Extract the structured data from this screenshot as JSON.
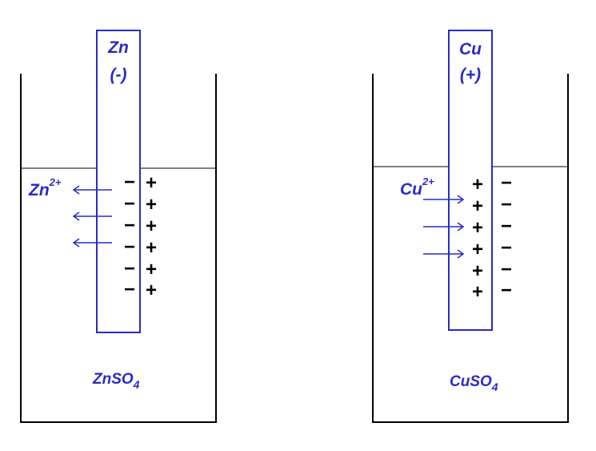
{
  "colors": {
    "blue": "#2a2ac8",
    "black": "#000000",
    "background": "#ffffff"
  },
  "left": {
    "electrode_symbol": "Zn",
    "electrode_polarity": "(-)",
    "ion_base": "Zn",
    "ion_charge": "2+",
    "solution_base": "ZnSO",
    "solution_sub": "4",
    "inner_sign": "−",
    "outer_sign": "+",
    "arrow_direction": "out"
  },
  "right": {
    "electrode_symbol": "Cu",
    "electrode_polarity": "(+)",
    "ion_base": "Cu",
    "ion_charge": "2+",
    "solution_base": "CuSO",
    "solution_sub": "4",
    "inner_sign": "+",
    "outer_sign": "−",
    "arrow_direction": "in"
  }
}
